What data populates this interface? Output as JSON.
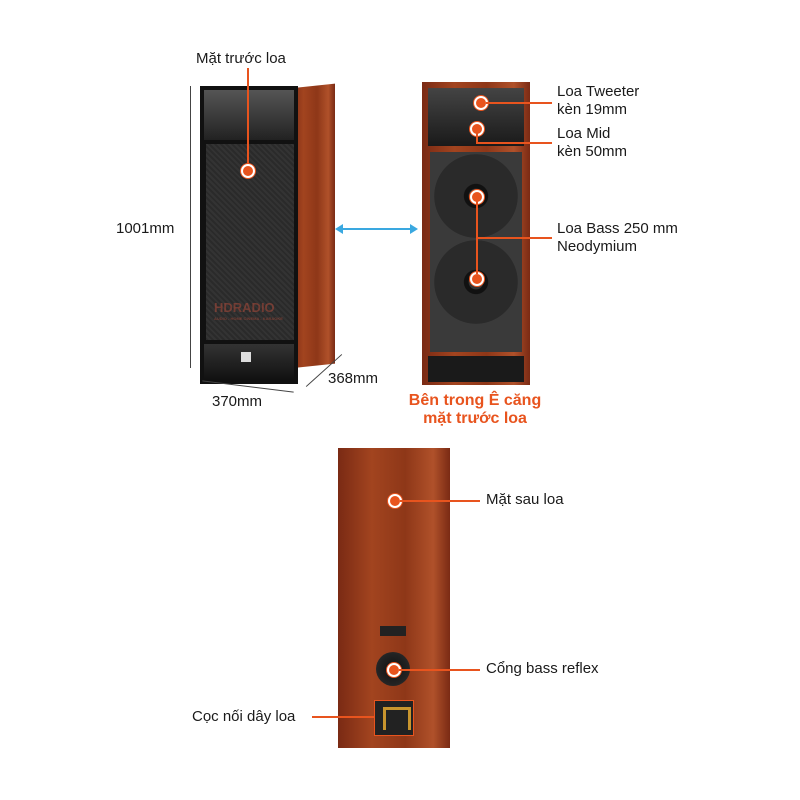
{
  "front_speaker": {
    "label": "Mặt trước loa",
    "height": "1001mm",
    "width": "370mm",
    "depth": "368mm",
    "watermark": "HDRADIO",
    "watermark_tagline": "AUDIO - HOME CINEMA - KARAOKE"
  },
  "inner_speaker": {
    "caption_line1": "Bên trong Ê căng",
    "caption_line2": "mặt trước loa",
    "tweeter_line1": "Loa Tweeter",
    "tweeter_line2": "kèn 19mm",
    "mid_line1": "Loa Mid",
    "mid_line2": "kèn 50mm",
    "bass_line1": "Loa Bass 250 mm",
    "bass_line2": "Neodymium"
  },
  "rear_speaker": {
    "back_label": "Mặt sau loa",
    "port_label": "Cổng bass reflex",
    "terminal_label": "Cọc nối dây loa"
  },
  "colors": {
    "accent": "#e8541e",
    "arrow": "#3aa8e0",
    "wood": "#9a3d1c"
  }
}
